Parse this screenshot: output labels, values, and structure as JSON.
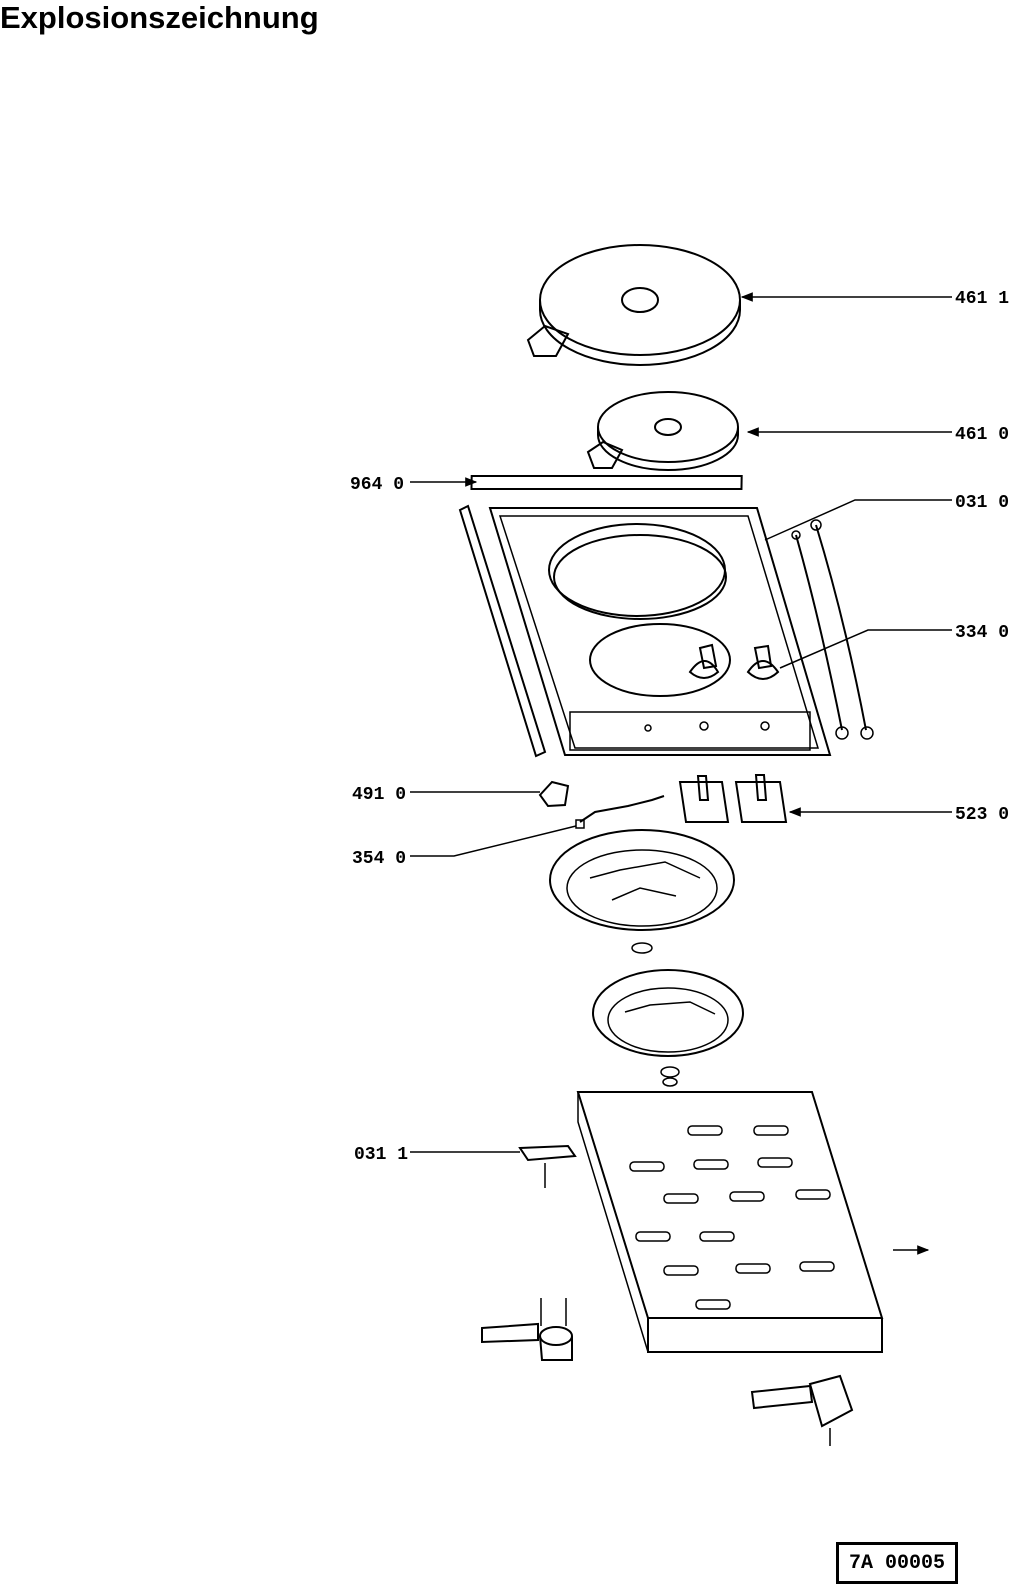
{
  "title": "Explosionszeichnung",
  "drawing_code": "7A 00005",
  "labels": {
    "p4611": "461 1",
    "p4610": "461 0",
    "p9640": "964 0",
    "p0310": "031 0",
    "p3340": "334 0",
    "p4910": "491 0",
    "p5230": "523 0",
    "p3540": "354 0",
    "p0311": "031 1"
  }
}
